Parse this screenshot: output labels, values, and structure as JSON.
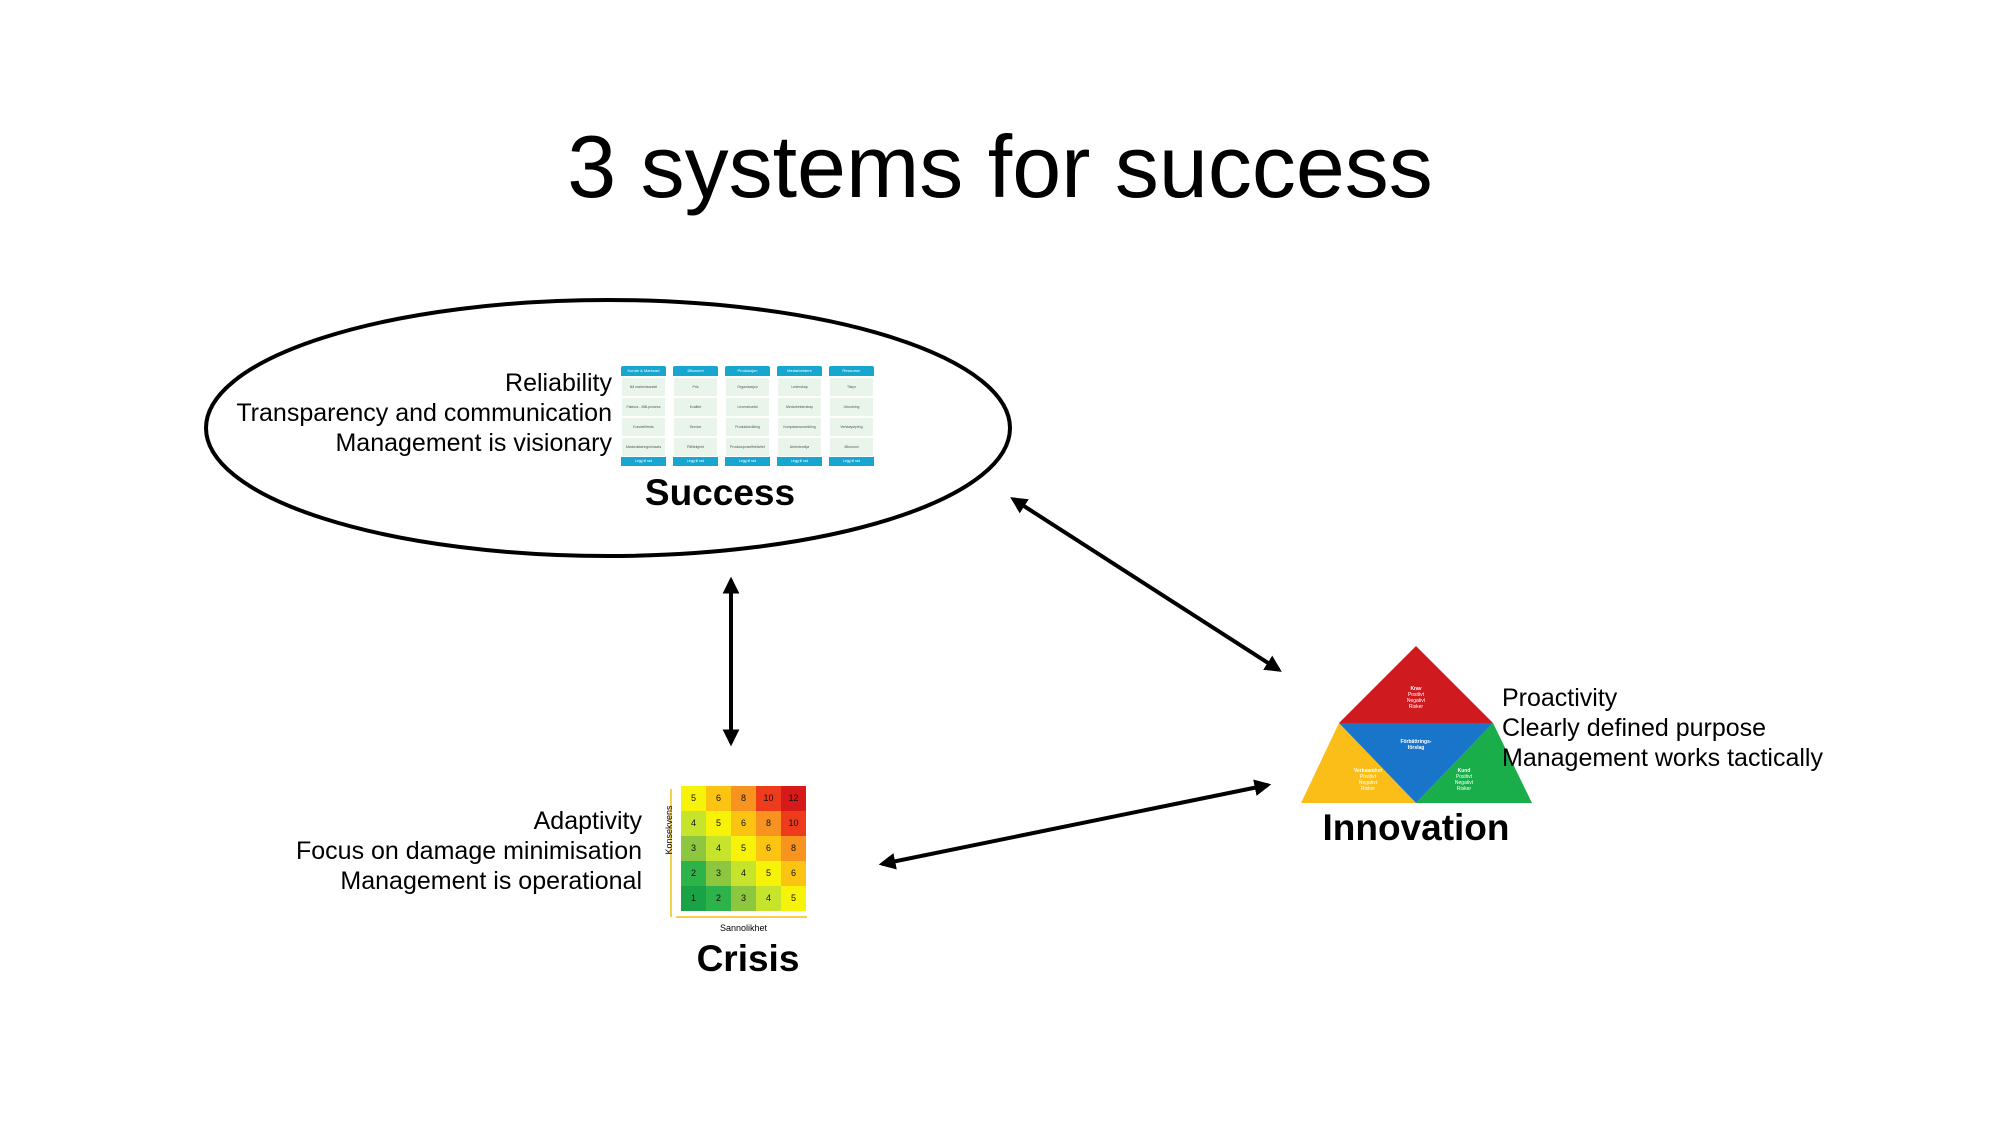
{
  "title": "3 systems for success",
  "success": {
    "label": "Success",
    "lines": [
      "Reliability",
      "Transparency and communication",
      "Management is visionary"
    ],
    "kanban": {
      "columns": [
        {
          "header": "Kunde & Marknad",
          "cards": [
            "Nå markedsandel",
            "Faktura - Mål-prosess",
            "Kundetilfreds",
            "Markedsføringsinnsats"
          ],
          "footer": "Legg til rad"
        },
        {
          "header": "Økonomi",
          "cards": [
            "Pris",
            "Kvalitet",
            "Service",
            "Pålitelighet"
          ],
          "footer": "Legg til rad"
        },
        {
          "header": "Produksjon",
          "cards": [
            "Organisasjon",
            "Leveransetid",
            "Produktutvikling",
            "Produksjonseffektivitet"
          ],
          "footer": "Legg til rad"
        },
        {
          "header": "Medarbeidere",
          "cards": [
            "Lederskap",
            "Medarbeiderskap",
            "Kompetanseutvikling",
            "Arbeidsmiljø"
          ],
          "footer": "Legg til rad"
        },
        {
          "header": "Ressurser",
          "cards": [
            "Tilsyn",
            "Utrustning",
            "Verktøystyring",
            "Økonomi"
          ],
          "footer": "Legg til rad"
        }
      ]
    }
  },
  "crisis": {
    "label": "Crisis",
    "lines": [
      "Adaptivity",
      "Focus on damage minimisation",
      "Management is operational"
    ],
    "matrix": {
      "ylabel": "Konsekvens",
      "xlabel": "Sannolikhet",
      "rows": [
        [
          5,
          6,
          8,
          10,
          12
        ],
        [
          4,
          5,
          6,
          8,
          10
        ],
        [
          3,
          4,
          5,
          6,
          8
        ],
        [
          2,
          3,
          4,
          5,
          6
        ],
        [
          1,
          2,
          3,
          4,
          5
        ]
      ],
      "colors": [
        [
          "#f6f20a",
          "#fbc312",
          "#f7931e",
          "#ee3b1c",
          "#d61a1a"
        ],
        [
          "#c6e42c",
          "#f6f20a",
          "#fbc312",
          "#f7931e",
          "#ee3b1c"
        ],
        [
          "#8dc63f",
          "#c6e42c",
          "#f6f20a",
          "#fbc312",
          "#f7931e"
        ],
        [
          "#2db34a",
          "#8dc63f",
          "#c6e42c",
          "#f6f20a",
          "#fbc312"
        ],
        [
          "#19a246",
          "#2db34a",
          "#8dc63f",
          "#c6e42c",
          "#f6f20a"
        ]
      ],
      "axis_color": "#f2c20f"
    }
  },
  "innovation": {
    "label": "Innovation",
    "lines": [
      "Proactivity",
      "Clearly defined purpose",
      "Management works tactically"
    ],
    "triangle": {
      "top_title": "Krav",
      "top_items": [
        "Positivt",
        "Negativt",
        "Risker"
      ],
      "center": "Förbättrings-förslag",
      "left_title": "Verksamhet",
      "left_items": [
        "Positivt",
        "Negativt",
        "Risker"
      ],
      "right_title": "Kund",
      "right_items": [
        "Positivt",
        "Negativt",
        "Risker"
      ],
      "colors": {
        "top": "#cf1a1f",
        "center": "#1875c9",
        "left": "#fbbd18",
        "right": "#1aae4a"
      }
    }
  }
}
